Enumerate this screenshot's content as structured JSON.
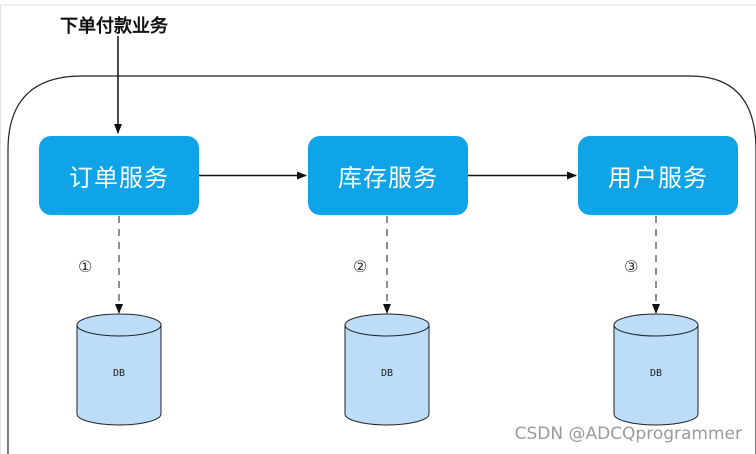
{
  "entry_label": "下单付款业务",
  "services": [
    {
      "label": "订单服务"
    },
    {
      "label": "库存服务"
    },
    {
      "label": "用户服务"
    }
  ],
  "steps": [
    "①",
    "②",
    "③"
  ],
  "databases": [
    {
      "label": "DB"
    },
    {
      "label": "DB"
    },
    {
      "label": "DB"
    }
  ],
  "colors": {
    "service_fill": "#0fa3e7",
    "db_fill": "#bcdcf8",
    "db_stroke": "#222222",
    "arrow": "#111111"
  },
  "watermark": "CSDN @ADCQprogrammer"
}
